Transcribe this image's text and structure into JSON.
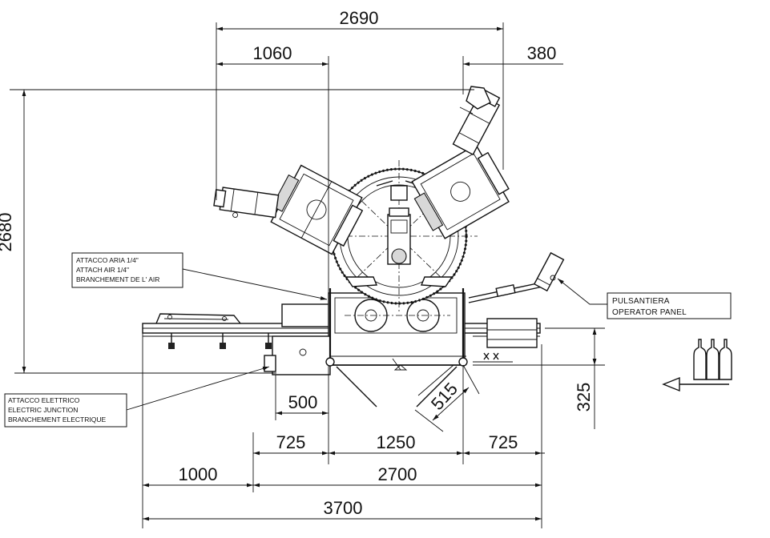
{
  "dimensions": {
    "top_total": "2690",
    "top_left": "1060",
    "top_right": "380",
    "left_height": "2680",
    "connector_width": "500",
    "diagonal": "515",
    "right_height": "325",
    "row1_left": "725",
    "row1_center": "1250",
    "row1_right": "725",
    "row2_left": "1000",
    "row2_right": "2700",
    "bottom_total": "3700"
  },
  "callouts": {
    "air": [
      "ATTACCO ARIA 1/4\"",
      "ATTACH AIR 1/4\"",
      "BRANCHEMENT DE L' AIR"
    ],
    "electric": [
      "ATTACCO ELETTRICO",
      "ELECTRIC JUNCTION",
      "BRANCHEMENT ELECTRIQUE"
    ],
    "panel": [
      "PULSANTIERA",
      "OPERATOR PANEL"
    ]
  },
  "icons": {
    "flow_direction": "arrow-left-icon",
    "bottles": "bottles-icon"
  }
}
